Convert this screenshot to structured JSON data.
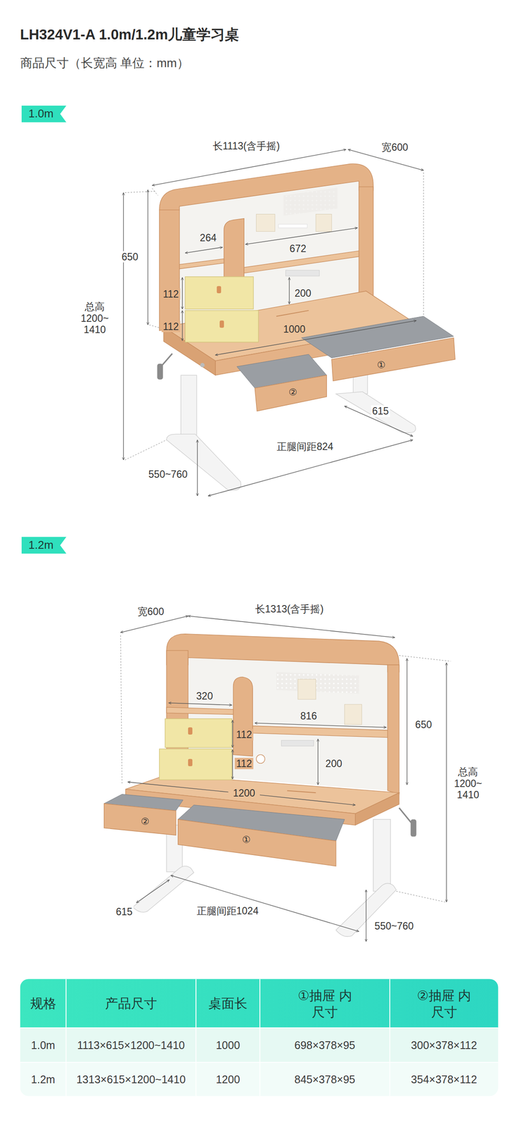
{
  "diagram": {
    "title": "LH324V1-A 1.0m/1.2m儿童学习桌",
    "nodes": [
      {
        "text": [
          "1.0m"
        ]
      },
      {
        "text": [
          "1.2m"
        ]
      }
    ],
    "labels": [
      "商品尺寸（长宽高 单位：mm）",
      "长1113(含手摇)",
      "宽600",
      "650",
      "总高 1200~ 1410",
      "264",
      "672",
      "112",
      "112",
      "200",
      "1000",
      "①",
      "②",
      "615",
      "正腿间距824",
      "550~760",
      "宽600",
      "长1313(含手摇)",
      "320",
      "816",
      "112",
      "112",
      "650",
      "总高 1200~ 1410",
      "200",
      "1200",
      "②",
      "①",
      "615",
      "正腿间距1024",
      "550~760",
      "规格",
      "产品尺寸",
      "桌面长",
      "①抽屉 内尺寸",
      "②抽屉 内尺寸",
      "1.0m",
      "1113×615×1200~1410",
      "1000",
      "698×378×95",
      "300×378×112",
      "1.2m",
      "1313×615×1200~1410",
      "1200",
      "845×378×95",
      "354×378×112"
    ]
  }
}
